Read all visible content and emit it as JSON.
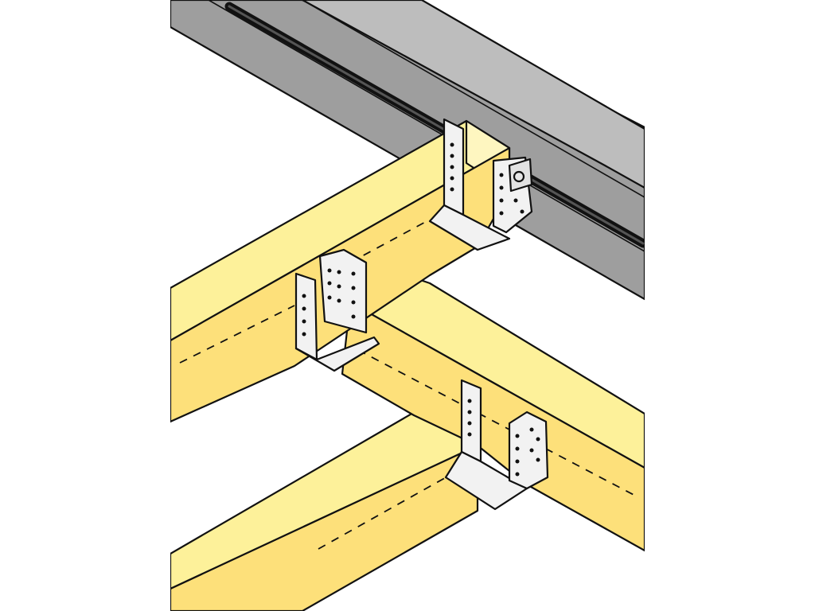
{
  "illustration": {
    "subject": "timber-joist-hangers-isometric",
    "colors": {
      "background": "#ffffff",
      "concrete_top": "#bdbdbd",
      "concrete_side": "#9e9e9e",
      "concrete_groove": "#111111",
      "timber_top": "#fdf19a",
      "timber_side": "#fde07a",
      "timber_end": "#fef6c0",
      "steel": "#f2f2f2",
      "outline": "#111111"
    },
    "parts": [
      {
        "id": "concrete-wall",
        "kind": "structure"
      },
      {
        "id": "upper-joist",
        "kind": "timber"
      },
      {
        "id": "trimmer-beam",
        "kind": "timber"
      },
      {
        "id": "lower-joist",
        "kind": "timber"
      },
      {
        "id": "hanger-wall",
        "kind": "steel-bracket"
      },
      {
        "id": "hanger-middle",
        "kind": "steel-bracket"
      },
      {
        "id": "hanger-lower",
        "kind": "steel-bracket"
      }
    ]
  }
}
